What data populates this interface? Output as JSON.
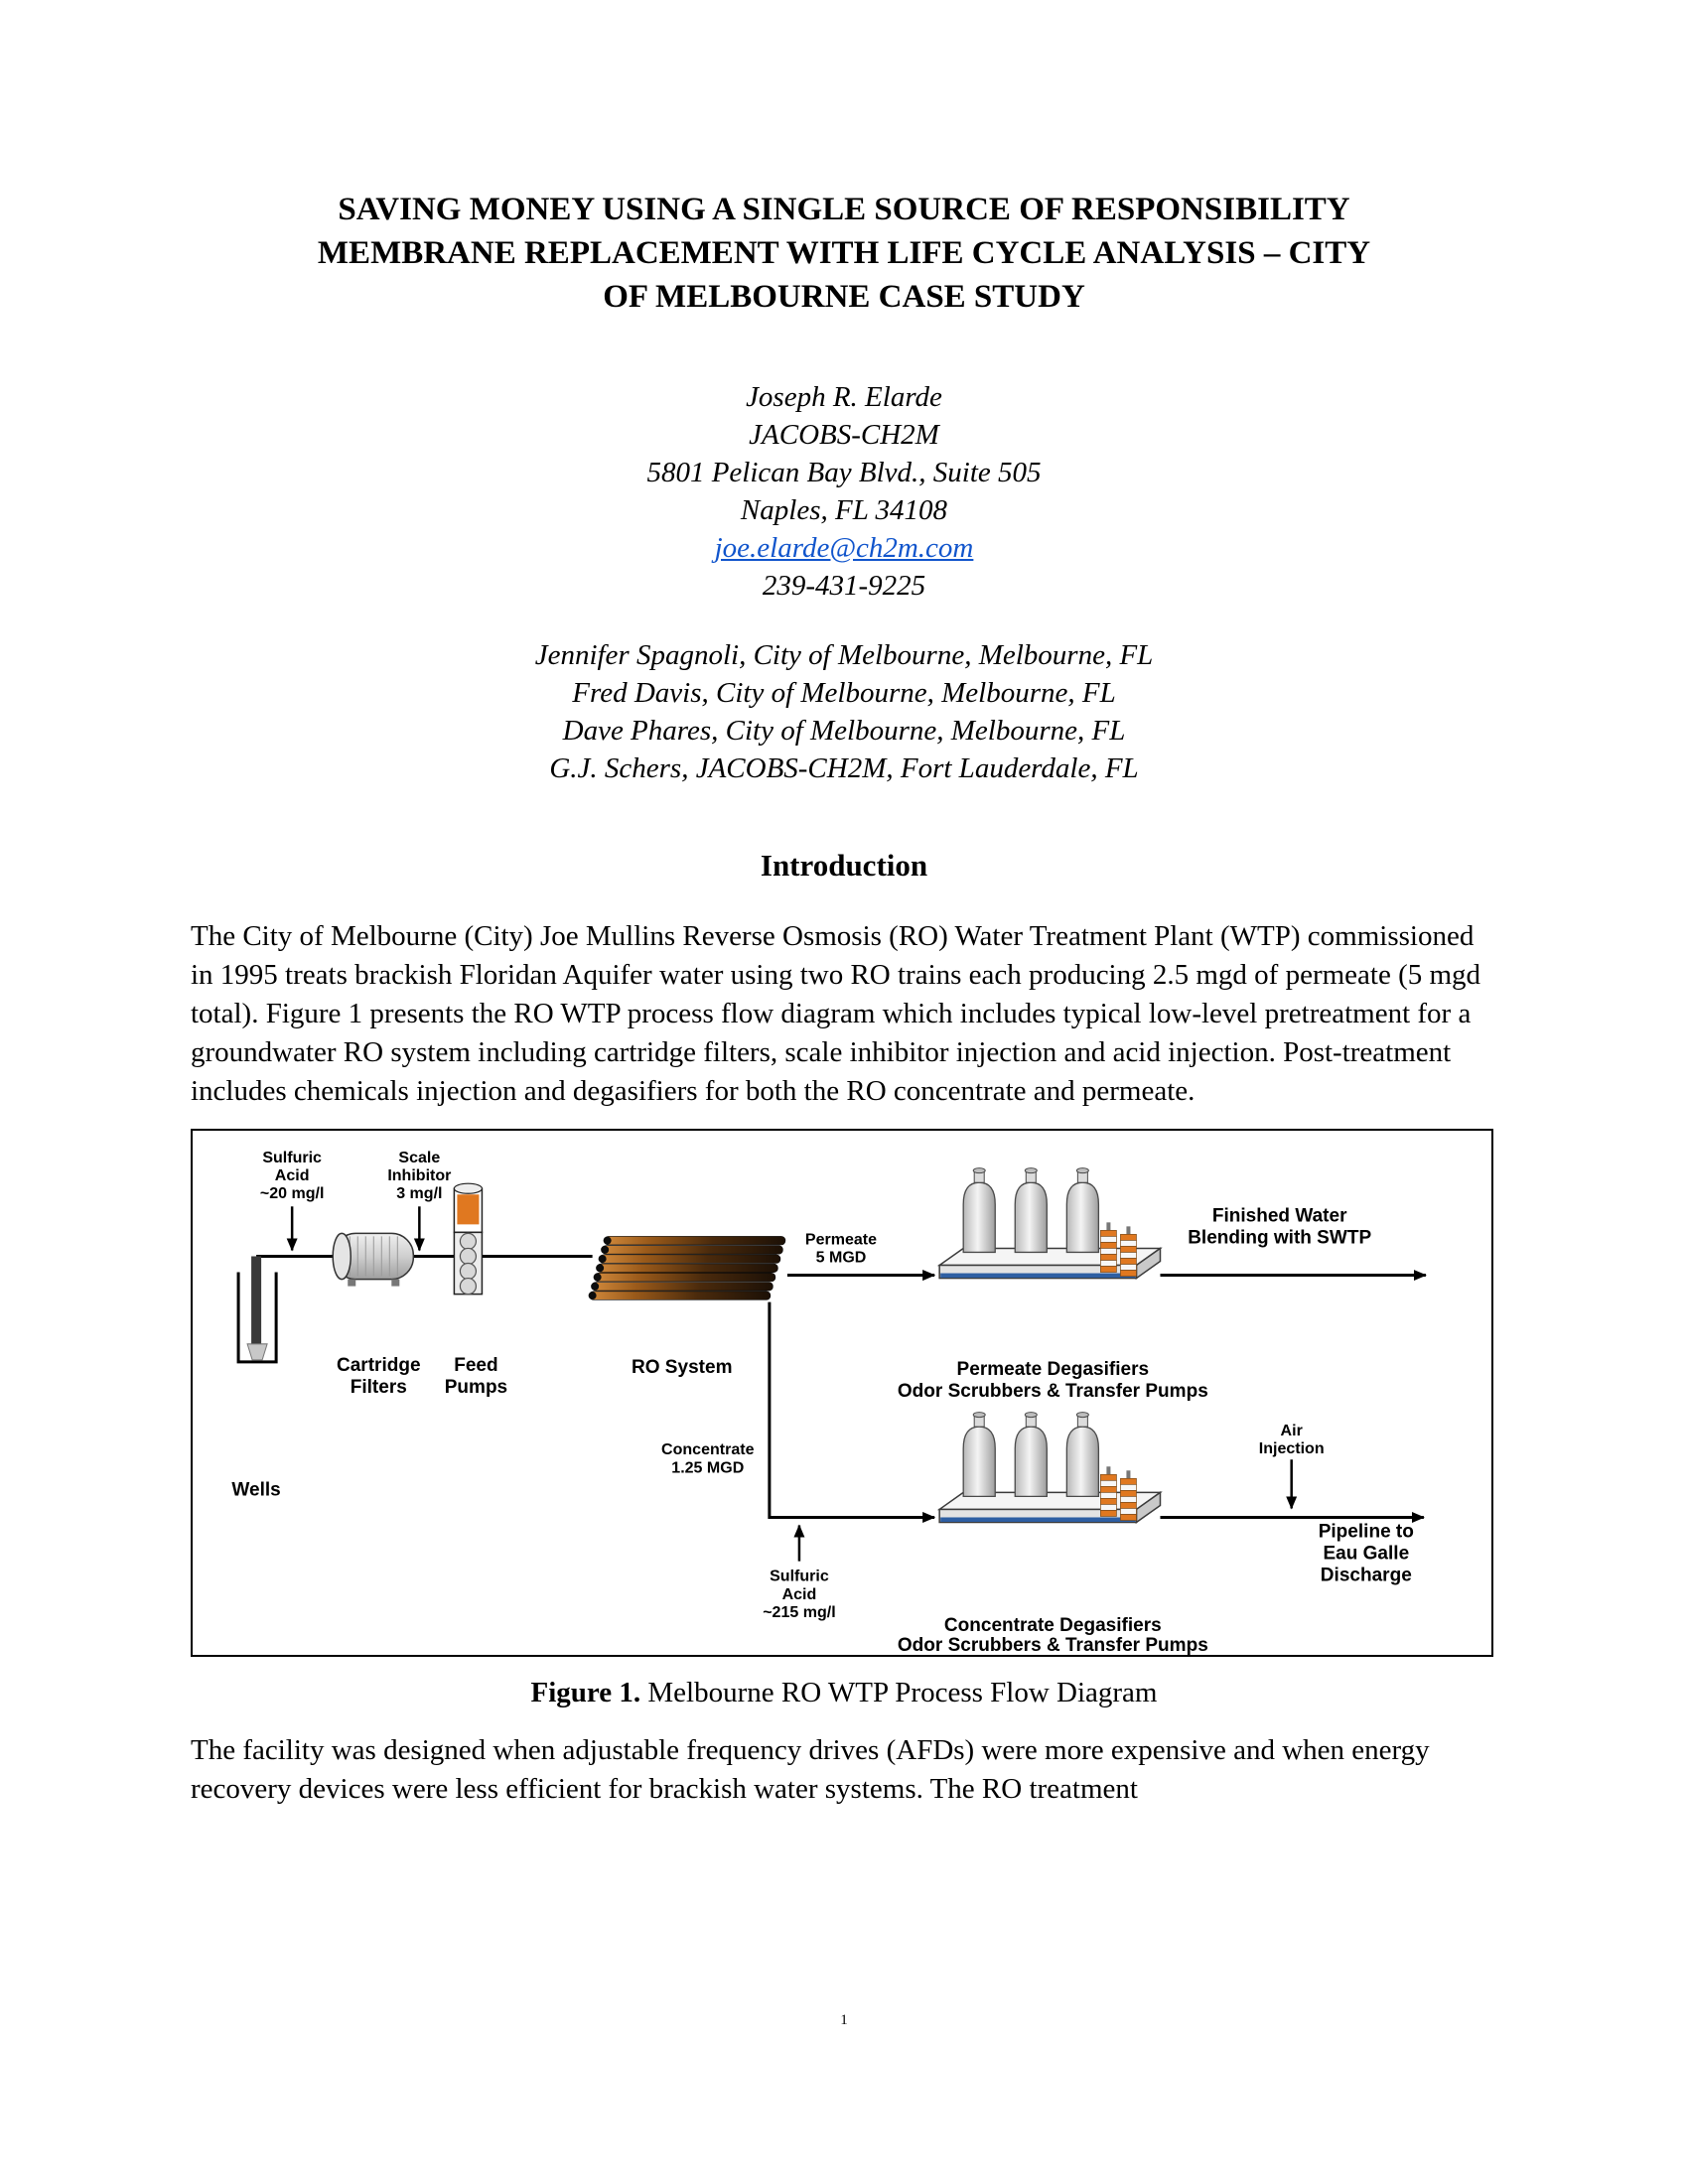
{
  "paper": {
    "title_lines": [
      "SAVING MONEY USING A SINGLE SOURCE OF RESPONSIBILITY",
      "MEMBRANE REPLACEMENT WITH LIFE CYCLE ANALYSIS – CITY",
      "OF MELBOURNE CASE STUDY"
    ],
    "page_number": "1"
  },
  "authors": {
    "primary": {
      "name": "Joseph R. Elarde",
      "affiliation": "JACOBS-CH2M",
      "address": "5801 Pelican Bay Blvd., Suite 505",
      "city": "Naples, FL 34108",
      "email": "joe.elarde@ch2m.com",
      "phone": "239-431-9225"
    },
    "coauthors": [
      "Jennifer Spagnoli, City of Melbourne, Melbourne, FL",
      "Fred Davis, City of Melbourne, Melbourne, FL",
      "Dave Phares, City of Melbourne, Melbourne, FL",
      "G.J. Schers, JACOBS-CH2M, Fort Lauderdale, FL"
    ]
  },
  "sections": {
    "introduction": {
      "heading": "Introduction",
      "paragraphs": [
        "The City of Melbourne (City) Joe Mullins Reverse Osmosis (RO) Water Treatment Plant (WTP) commissioned in 1995 treats brackish Floridan Aquifer water using two RO trains each producing 2.5 mgd of permeate (5 mgd total). Figure 1 presents the RO WTP process flow diagram which includes typical low-level pretreatment for a groundwater RO system including cartridge filters, scale inhibitor injection and acid injection. Post-treatment includes chemicals injection and degasifiers for both the RO concentrate and permeate.",
        "The facility was designed when adjustable frequency drives (AFDs) were more expensive and when energy recovery devices were less efficient for brackish water systems. The RO treatment"
      ]
    }
  },
  "figure": {
    "caption": {
      "label": "Figure 1.",
      "text": "Melbourne RO WTP Process Flow Diagram"
    },
    "colors": {
      "chemical_orange": "#E07820",
      "water_blue": "#2E5FA3",
      "link_blue": "#1155CC"
    },
    "labels": {
      "sulfuric_acid_feed": [
        "Sulfuric",
        "Acid",
        "~20 mg/l"
      ],
      "scale_inhibitor": [
        "Scale",
        "Inhibitor",
        "3 mg/l"
      ],
      "permeate": [
        "Permeate",
        "5 MGD"
      ],
      "finished_water": [
        "Finished Water",
        "Blending with SWTP"
      ],
      "cartridge_filters": [
        "Cartridge",
        "Filters"
      ],
      "feed_pumps": [
        "Feed",
        "Pumps"
      ],
      "ro_system": "RO System",
      "permeate_degasifiers": [
        "Permeate Degasifiers",
        "Odor Scrubbers & Transfer Pumps"
      ],
      "wells": "Wells",
      "concentrate": [
        "Concentrate",
        "1.25 MGD"
      ],
      "air_injection": [
        "Air",
        "Injection"
      ],
      "sulfuric_acid_concentrate": [
        "Sulfuric",
        "Acid",
        "~215 mg/l"
      ],
      "concentrate_degasifiers": [
        "Concentrate Degasifiers",
        "Odor Scrubbers & Transfer Pumps"
      ],
      "pipeline": [
        "Pipeline to",
        "Eau Galle",
        "Discharge"
      ]
    }
  }
}
